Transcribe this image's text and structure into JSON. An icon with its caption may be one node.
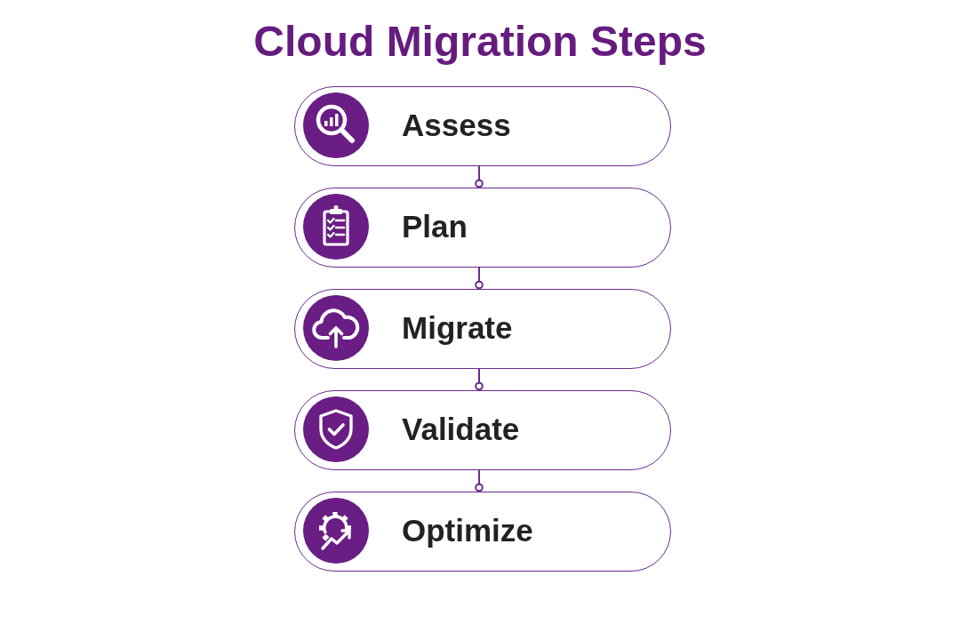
{
  "diagram": {
    "title": "Cloud Migration Steps",
    "nodes": [
      {
        "text": [
          "Assess"
        ]
      },
      {
        "text": [
          "Plan"
        ]
      },
      {
        "text": [
          "Migrate"
        ]
      },
      {
        "text": [
          "Validate"
        ]
      },
      {
        "text": [
          "Optimize"
        ]
      }
    ],
    "edges": [
      {
        "from": 0,
        "to": 1,
        "arrow": "other"
      },
      {
        "from": 1,
        "to": 2,
        "arrow": "other"
      },
      {
        "from": 2,
        "to": 3,
        "arrow": "other"
      },
      {
        "from": 3,
        "to": 4,
        "arrow": "other"
      }
    ]
  }
}
